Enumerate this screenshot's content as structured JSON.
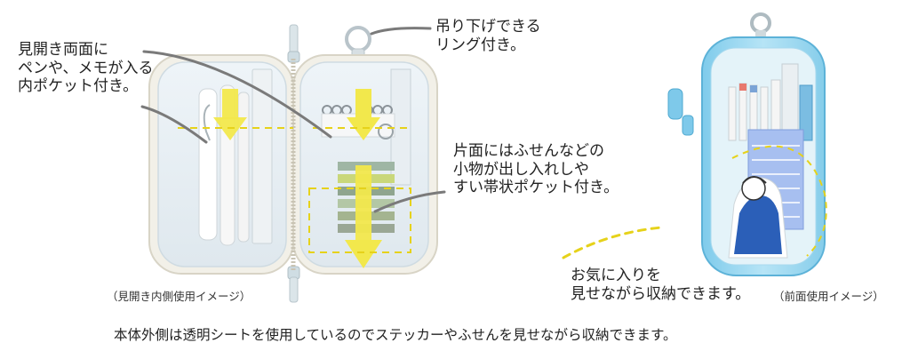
{
  "annotations": {
    "ring_line1": "吊り下げできる",
    "ring_line2": "リング付き。",
    "inner_line1": "見開き両面に",
    "inner_line2": "ペンや、メモが入る",
    "inner_line3": "内ポケット付き。",
    "band_line1": "片面にはふせんなどの",
    "band_line2": "小物が出し入れしや",
    "band_line3": "すい帯状ポケット付き。",
    "front_line1": "お気に入りを",
    "front_line2": "見せながら収納できます。"
  },
  "labels": {
    "open_usage": "（見開き内側使用イメージ）",
    "front_usage": "（前面使用イメージ）"
  },
  "caption": "本体外側は透明シートを使用しているのでステッカーやふせんを見せながら収納できます。",
  "colors": {
    "callout_line": "#7a7a7a",
    "arrow_yellow": "#f2e84c",
    "dash_yellow": "#e6d21a",
    "case_blue": "#8fd3ee",
    "case_white": "#f1efe6"
  }
}
